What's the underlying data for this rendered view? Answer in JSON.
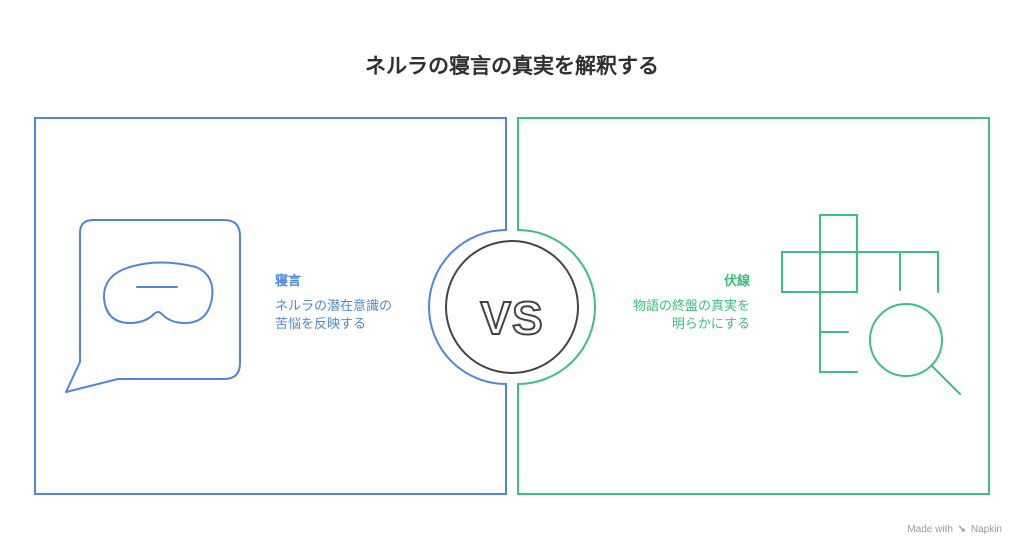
{
  "title": "ネルラの寝言の真実を解釈する",
  "left": {
    "heading": "寝言",
    "description": "ネルラの潜在意識の\n苦悩を反映する",
    "icon": "sleep-mask-speech-bubble-icon",
    "color": "#4f86db"
  },
  "right": {
    "heading": "伏線",
    "description": "物語の終盤の真実を\n明らかにする",
    "icon": "crossword-magnifier-icon",
    "color": "#3cc17c"
  },
  "center": {
    "label": "VS"
  },
  "footer": {
    "made_with": "Made with",
    "brand": "Napkin"
  }
}
